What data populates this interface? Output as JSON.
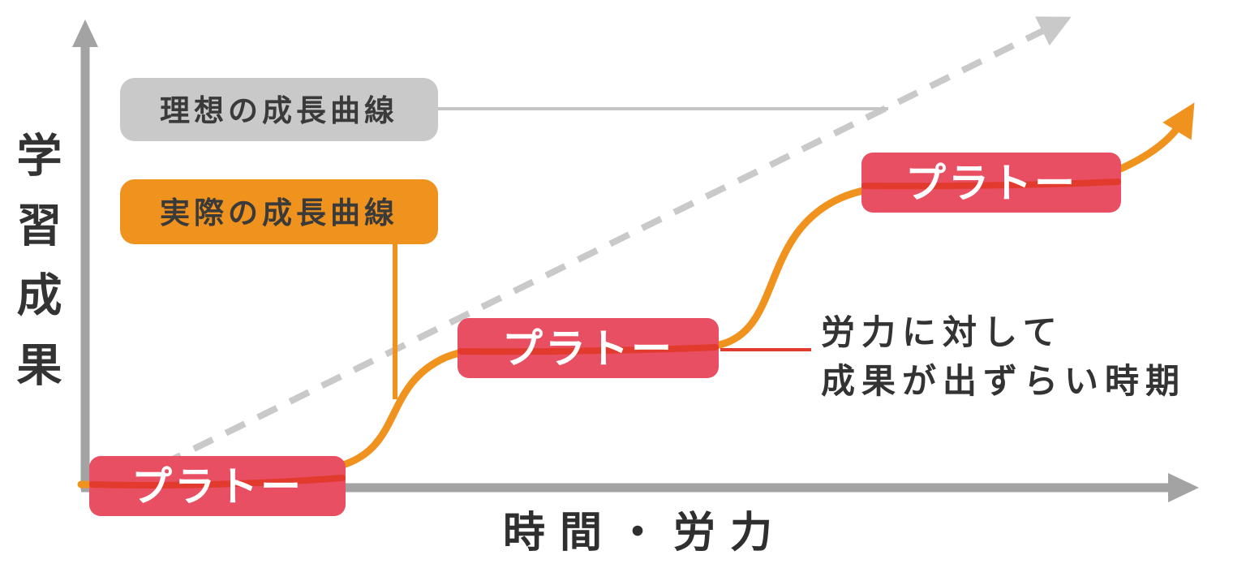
{
  "diagram": {
    "y_axis_label": "学習成果",
    "x_axis_label": "時間・労力",
    "legend": {
      "ideal": "理想の成長曲線",
      "actual": "実際の成長曲線"
    },
    "plateaus": {
      "label": "プラトー"
    },
    "annotation": {
      "line1": "労力に対して",
      "line2": "成果が出ずらい時期"
    },
    "colors": {
      "axis_gray": "#a3a3a3",
      "dashed_gray": "#c9c9c9",
      "curve_orange": "#f0921e",
      "plateau_red": "#e84f62",
      "curve_red": "#e23b2e",
      "label_gray_bg": "#c9c9c9",
      "text_dark": "#333333",
      "text_white": "#ffffff"
    }
  }
}
